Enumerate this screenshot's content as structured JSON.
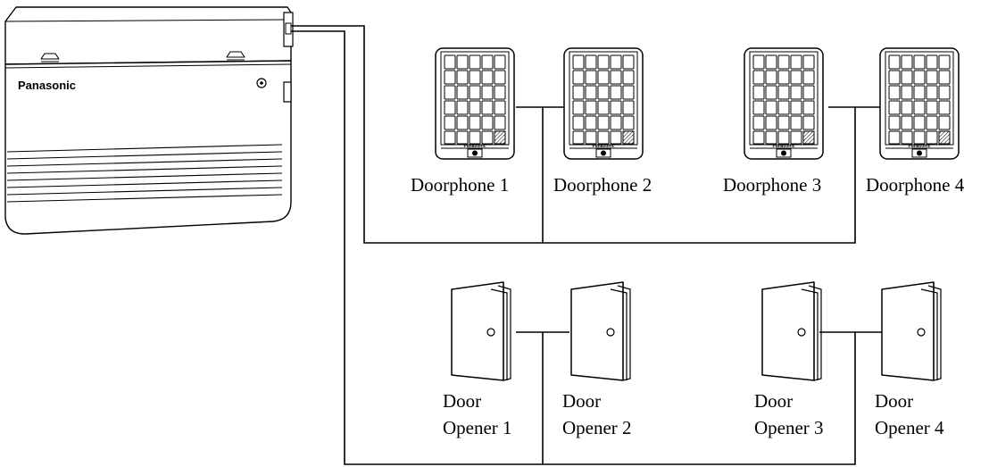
{
  "pbx": {
    "brand": "Panasonic"
  },
  "doorphones": [
    {
      "label": "Doorphone 1",
      "brand": "Panasonic"
    },
    {
      "label": "Doorphone 2",
      "brand": "Panasonic"
    },
    {
      "label": "Doorphone 3",
      "brand": "Panasonic"
    },
    {
      "label": "Doorphone 4",
      "brand": "Panasonic"
    }
  ],
  "door_openers": [
    {
      "label_line1": "Door",
      "label_line2": "Opener 1"
    },
    {
      "label_line1": "Door",
      "label_line2": "Opener 2"
    },
    {
      "label_line1": "Door",
      "label_line2": "Opener 3"
    },
    {
      "label_line1": "Door",
      "label_line2": "Opener 4"
    }
  ]
}
